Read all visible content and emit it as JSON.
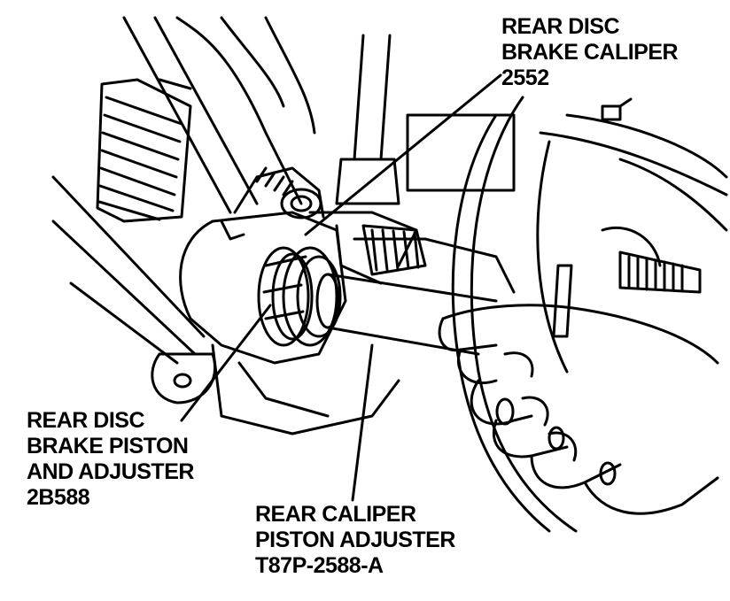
{
  "callouts": {
    "caliper": {
      "line1": "REAR DISC",
      "line2": "BRAKE CALIPER",
      "line3": "2552"
    },
    "piston": {
      "line1": "REAR DISC",
      "line2": "BRAKE PISTON",
      "line3": "AND ADJUSTER",
      "line4": "2B588"
    },
    "adjuster": {
      "line1": "REAR CALIPER",
      "line2": "PISTON ADJUSTER",
      "line3": "T87P-2588-A"
    }
  },
  "colors": {
    "ink": "#000000",
    "paper": "#ffffff"
  }
}
